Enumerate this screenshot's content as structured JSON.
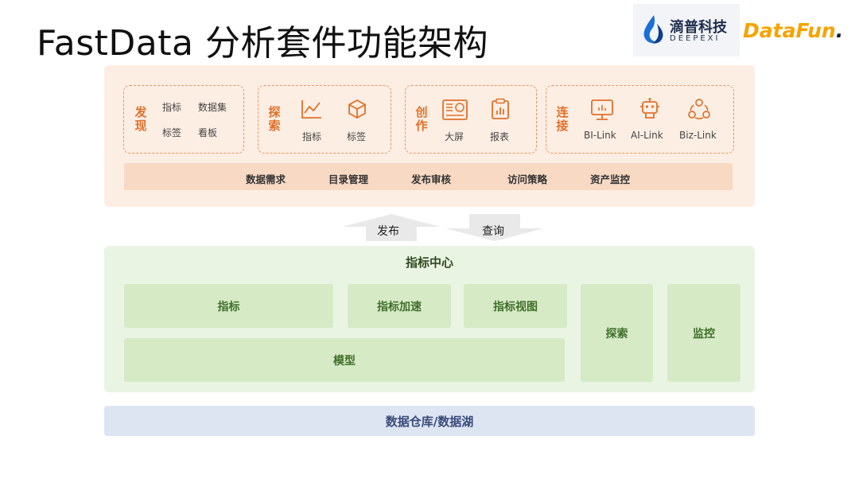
{
  "title": "FastData 分析套件功能架构",
  "logos": {
    "deepexi_cn": "滴普科技",
    "deepexi_en": "DEEPEXI",
    "datafun_main": "DataFun",
    "datafun_dot": "."
  },
  "top": {
    "discover": {
      "label": "发现",
      "items": [
        "指标",
        "数据集",
        "标签",
        "看板"
      ]
    },
    "explore": {
      "label": "探索",
      "items": [
        "指标",
        "标签"
      ]
    },
    "create": {
      "label": "创作",
      "items": [
        "大屏",
        "报表"
      ]
    },
    "connect": {
      "label": "连接",
      "items": [
        "BI-Link",
        "AI-Link",
        "Biz-Link"
      ]
    },
    "strip": [
      "数据需求",
      "目录管理",
      "发布审核",
      "访问策略",
      "资产监控"
    ]
  },
  "arrows": {
    "publish": "发布",
    "query": "查询"
  },
  "metric_center": {
    "title": "指标中心",
    "metric": "指标",
    "acceleration": "指标加速",
    "view": "指标视图",
    "model": "模型",
    "explore": "探索",
    "monitor": "监控"
  },
  "warehouse": "数据仓库/数据湖",
  "colors": {
    "accent_orange": "#e07028",
    "top_panel_bg": "#fdeee4",
    "green_panel_bg": "#eaf4e3",
    "green_box": "#d6eac6",
    "blue_bar": "#dde5f3",
    "datafun_yellow": "#f5a300",
    "deepexi_blue": "#1a6fd8"
  }
}
